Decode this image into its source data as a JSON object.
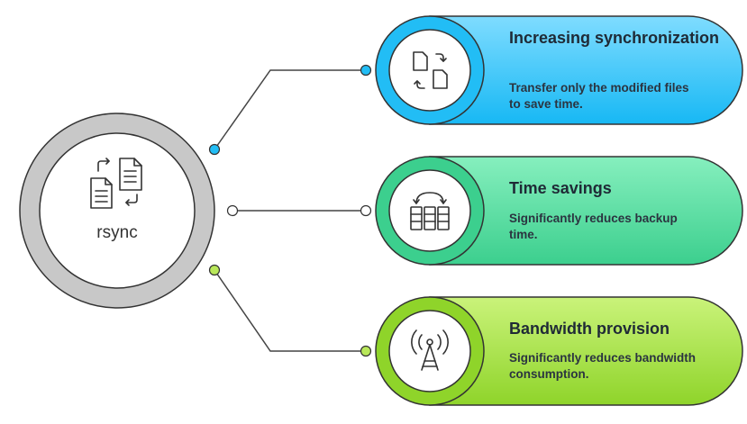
{
  "hub": {
    "label": "rsync",
    "icon": "file-sync-icon"
  },
  "items": [
    {
      "title": "Increasing synchronization",
      "description": "Transfer only the modified files to save time.",
      "icon": "file-swap-icon",
      "color": "#22bdf5",
      "gradient": [
        "#7fdcff",
        "#17b8f4"
      ]
    },
    {
      "title": "Time savings",
      "description": "Significantly reduces backup time.",
      "icon": "columns-swap-icon",
      "color": "#3ccf8e",
      "gradient": [
        "#86efbe",
        "#3ccf8e"
      ]
    },
    {
      "title": "Bandwidth provision",
      "description": "Significantly reduces bandwidth consumption.",
      "icon": "antenna-tower-icon",
      "color": "#8fd42a",
      "gradient": [
        "#caf37a",
        "#8fd42a"
      ]
    }
  ]
}
